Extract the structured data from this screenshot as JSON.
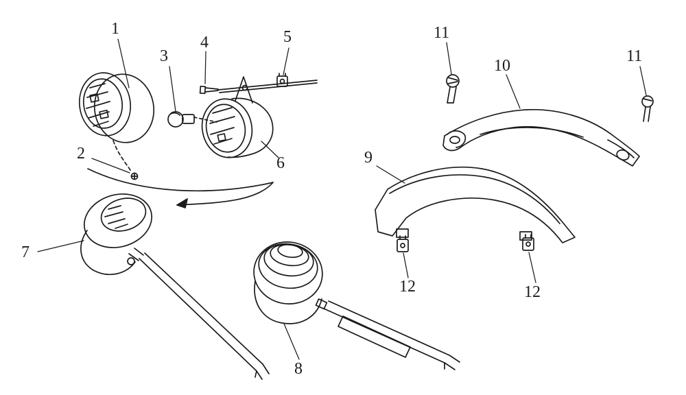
{
  "figure": {
    "bg_color": "#ffffff",
    "ink_color": "#1b1b1b",
    "callouts": [
      {
        "key": "1",
        "label": "1"
      },
      {
        "key": "2",
        "label": "2"
      },
      {
        "key": "3",
        "label": "3"
      },
      {
        "key": "4",
        "label": "4"
      },
      {
        "key": "5",
        "label": "5"
      },
      {
        "key": "6",
        "label": "6"
      },
      {
        "key": "7",
        "label": "7"
      },
      {
        "key": "8",
        "label": "8"
      },
      {
        "key": "9",
        "label": "9"
      },
      {
        "key": "10",
        "label": "10"
      },
      {
        "key": "11-left",
        "label": "11"
      },
      {
        "key": "11-right",
        "label": "11"
      },
      {
        "key": "12-left",
        "label": "12"
      },
      {
        "key": "12-right",
        "label": "12"
      }
    ]
  }
}
